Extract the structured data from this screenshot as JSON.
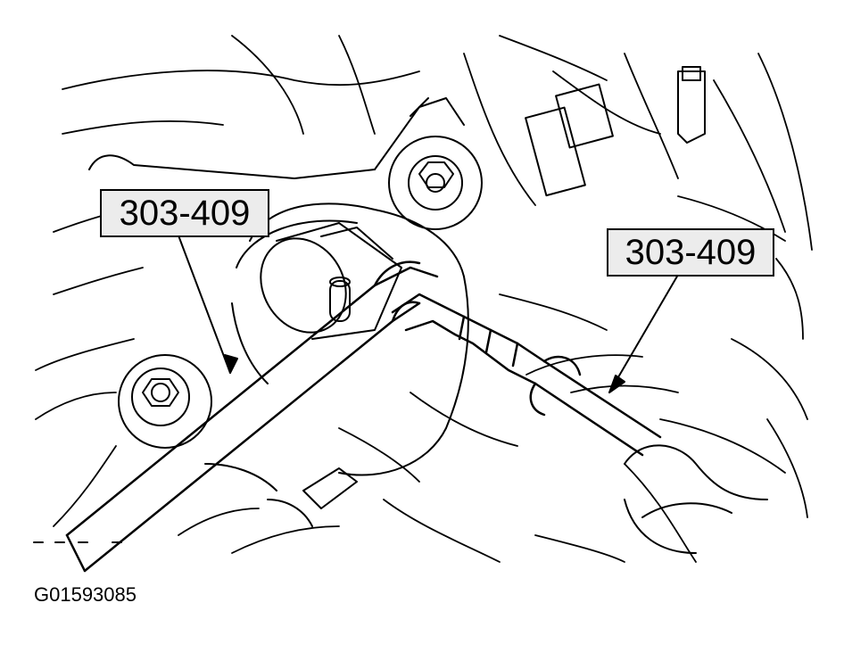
{
  "callouts": {
    "left_label": "303-409",
    "right_label": "303-409"
  },
  "figure_id": "G01593085",
  "colors": {
    "line": "#000000",
    "label_fill": "#ececec",
    "background": "#ffffff"
  }
}
